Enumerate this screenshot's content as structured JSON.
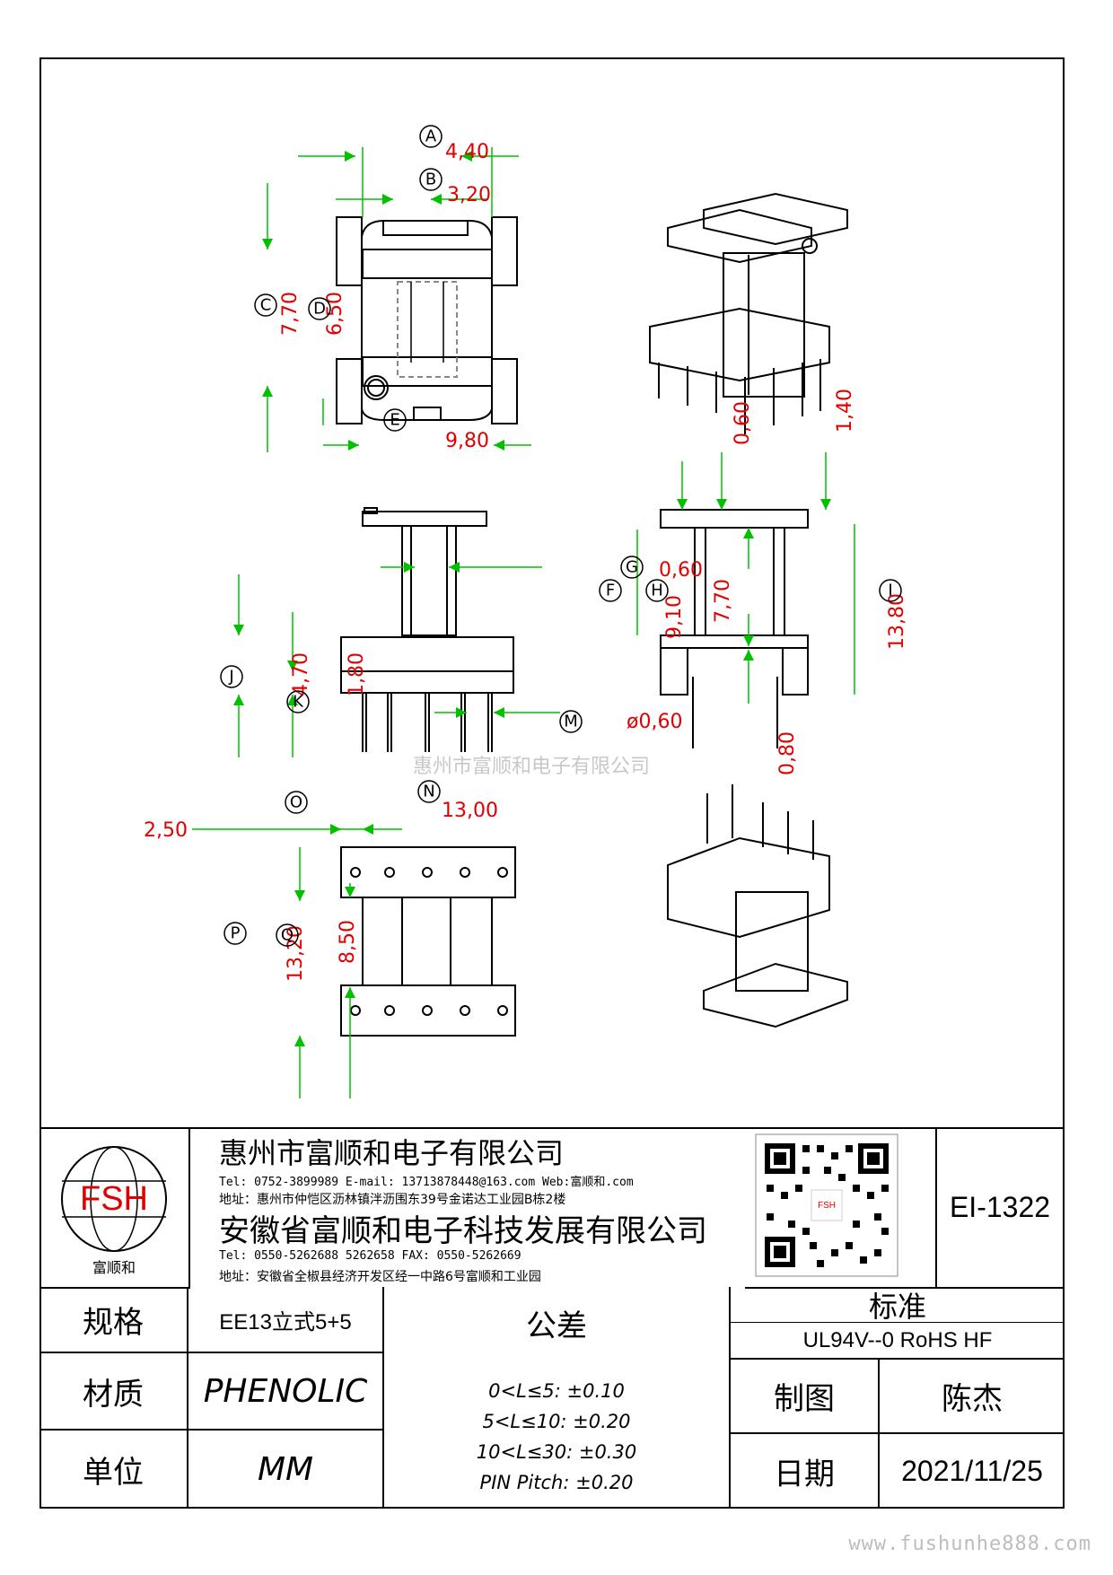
{
  "drawing": {
    "dims": {
      "A": "4,40",
      "B": "3,20",
      "C": "7,70",
      "D": "6,50",
      "E": "9,80",
      "F": "9,10",
      "G": "0,60",
      "H": "7,70",
      "I": "13,80",
      "J": "4,70",
      "K": "1,80",
      "M": "ø0,60",
      "N": "13,00",
      "O": "2,50",
      "P": "13,20",
      "Q": "8,50",
      "top_right_a": "0,60",
      "top_right_b": "1,40",
      "bottom_right": "0,80"
    },
    "callouts": [
      "A",
      "B",
      "C",
      "D",
      "E",
      "F",
      "G",
      "H",
      "I",
      "J",
      "K",
      "M",
      "N",
      "O",
      "P",
      "Q"
    ],
    "watermark": "惠州市富顺和电子有限公司"
  },
  "title_block": {
    "logo_text": "FSH",
    "logo_caption": "富顺和",
    "company1": "惠州市富顺和电子有限公司",
    "company1_contact": "Tel:  0752-3899989  E-mail: 13713878448@163.com  Web:富顺和.com",
    "company1_address": "地址：惠州市仲恺区沥林镇泮沥围东39号金诺达工业园B栋2楼",
    "company2": "安徽省富顺和电子科技发展有限公司",
    "company2_contact": "Tel:  0550-5262688  5262658     FAX: 0550-5262669",
    "company2_address": "地址：安徽省全椒县经济开发区经一中路6号富顺和工业园",
    "part_number": "EI-1322",
    "spec_label": "规格",
    "spec_value": "EE13立式5+5",
    "material_label": "材质",
    "material_value": "PHENOLIC",
    "unit_label": "单位",
    "unit_value": "MM",
    "tolerance_title": "公差",
    "tolerances": [
      "0<L≤5: ±0.10",
      "5<L≤10: ±0.20",
      "10<L≤30: ±0.30",
      "PIN Pitch: ±0.20"
    ],
    "standard_label": "标准",
    "standard_value": "UL94V--0  RoHS HF",
    "drawn_label": "制图",
    "drawn_value": "陈杰",
    "date_label": "日期",
    "date_value": "2021/11/25"
  },
  "footer_url": "www.fushunhe888.com",
  "colors": {
    "dimension": "#e00000",
    "extension": "#00c000",
    "outline": "#000000",
    "hidden": "#888888"
  }
}
